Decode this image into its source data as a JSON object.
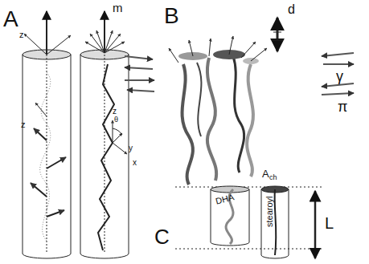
{
  "diagram": {
    "nodes": [
      {
        "text": [
          "DHA"
        ]
      },
      {
        "text": [
          "stearoyl"
        ]
      }
    ],
    "labels": [
      "A",
      "z",
      "z",
      "m",
      "z",
      "y",
      "x",
      "θ",
      "B",
      "d",
      "γ",
      "π",
      "C",
      "A",
      "ch",
      "L"
    ]
  }
}
